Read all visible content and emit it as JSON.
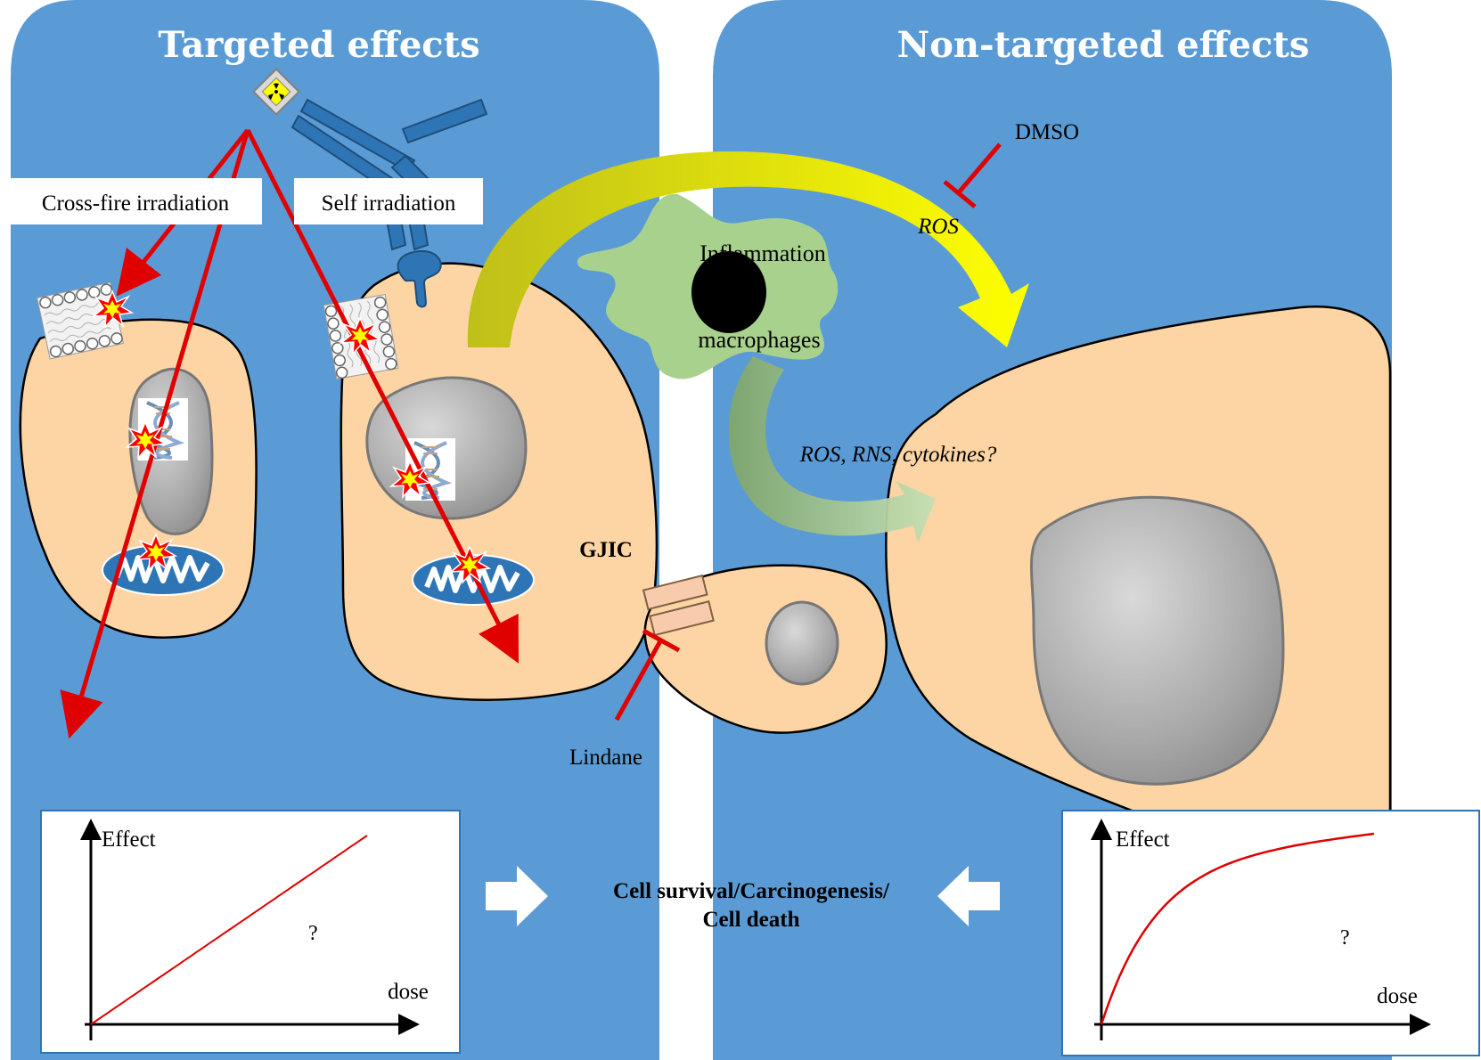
{
  "panels": {
    "left_title": "Targeted effects",
    "right_title": "Non-targeted effects"
  },
  "labels": {
    "cross_fire": "Cross-fire irradiation",
    "self_irradiation": "Self irradiation",
    "inflammation": "Inflammation",
    "macrophages": "macrophages",
    "dmso": "DMSO",
    "ros": "ROS",
    "ros_rns": "ROS, RNS, cytokines?",
    "gjic": "GJIC",
    "lindane": "Lindane",
    "outcome_line1": "Cell survival/Carcinogenesis/",
    "outcome_line2": "Cell death"
  },
  "graphs": {
    "left": {
      "ylabel": "Effect",
      "xlabel": "dose",
      "mark": "?",
      "shape": "linear"
    },
    "right": {
      "ylabel": "Effect",
      "xlabel": "dose",
      "mark": "?",
      "shape": "saturating"
    }
  },
  "colors": {
    "panel_blue": "#5b9bd5",
    "cell_peach": "#fdd5a4",
    "nucleus_grey": "#a6a6a6",
    "radiation_red": "#e00000",
    "macrophage_green": "#a9d18e",
    "arrow_yellow": "#ffff00",
    "antibody_blue": "#2e75b6"
  },
  "icons": [
    "radiation-icon",
    "dna-icon",
    "damage-burst-icon",
    "mitochondria-icon",
    "antibody-icon",
    "receptor-icon",
    "gap-junction-icon",
    "inhibition-icon"
  ]
}
